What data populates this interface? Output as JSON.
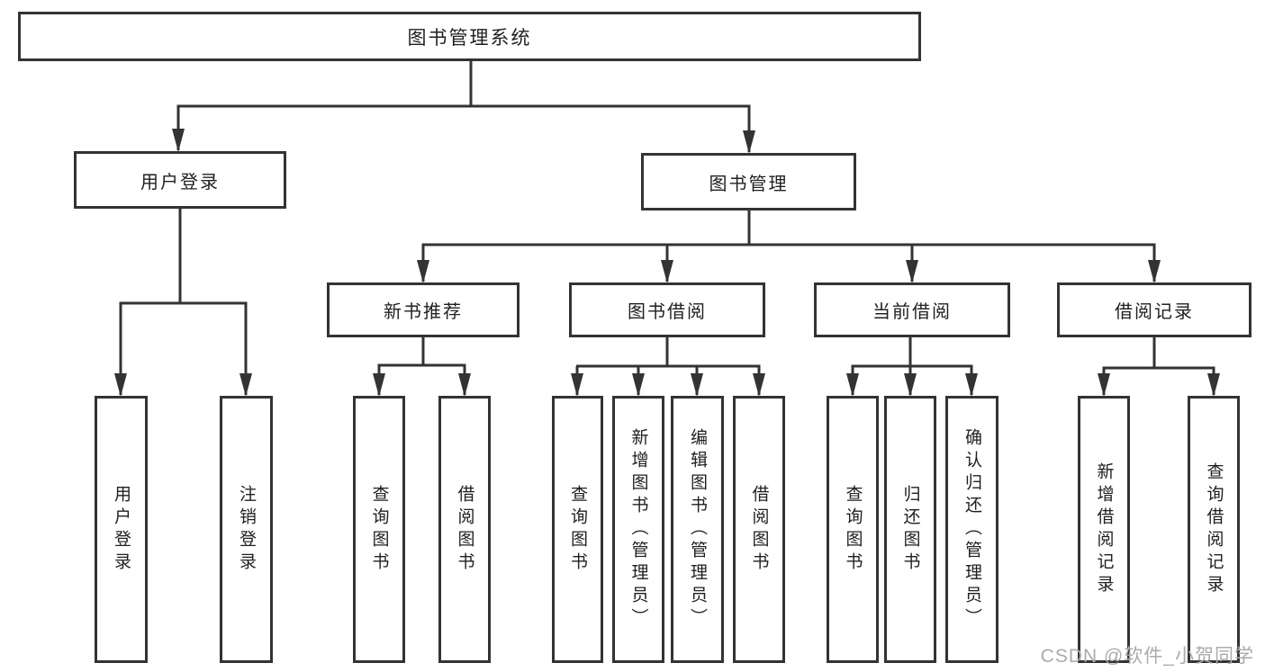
{
  "tree": {
    "root": {
      "label": "图书管理系统",
      "children": [
        {
          "label": "用户登录",
          "children": [
            {
              "label": "用户登录"
            },
            {
              "label": "注销登录"
            }
          ]
        },
        {
          "label": "图书管理",
          "children": [
            {
              "label": "新书推荐",
              "children": [
                {
                  "label": "查询图书"
                },
                {
                  "label": "借阅图书"
                }
              ]
            },
            {
              "label": "图书借阅",
              "children": [
                {
                  "label": "查询图书"
                },
                {
                  "label": "新增图书（管理员）"
                },
                {
                  "label": "编辑图书（管理员）"
                },
                {
                  "label": "借阅图书"
                }
              ]
            },
            {
              "label": "当前借阅",
              "children": [
                {
                  "label": "查询图书"
                },
                {
                  "label": "归还图书"
                },
                {
                  "label": "确认归还（管理员）"
                }
              ]
            },
            {
              "label": "借阅记录",
              "children": [
                {
                  "label": "新增借阅记录"
                },
                {
                  "label": "查询借阅记录"
                }
              ]
            }
          ]
        }
      ]
    }
  },
  "watermark": {
    "text": "CSDN @软件_小贺同学"
  },
  "colors": {
    "line": "#333333",
    "box_border": "#333333",
    "text": "#1f1f1f",
    "watermark": "#ababab",
    "background": "#ffffff"
  }
}
